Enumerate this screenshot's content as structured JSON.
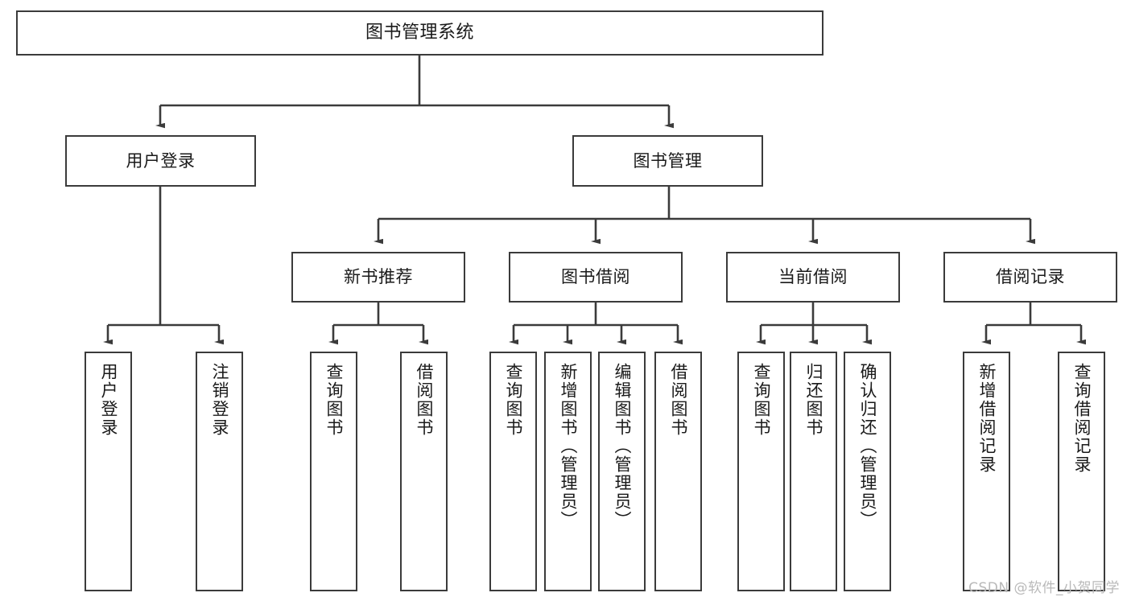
{
  "diagram": {
    "title": "图书管理系统",
    "type": "tree",
    "watermark": "CSDN @软件_小贺同学",
    "colors": {
      "border": "#3b3b3b",
      "text": "#1a1a1a",
      "background": "#ffffff",
      "edge": "#3b3b3b",
      "watermark": "#b9b9b9"
    },
    "nodes": {
      "root": {
        "label": "图书管理系统"
      },
      "level1": [
        {
          "label": "用户登录"
        },
        {
          "label": "图书管理"
        }
      ],
      "level2": [
        {
          "label": "新书推荐"
        },
        {
          "label": "图书借阅"
        },
        {
          "label": "当前借阅"
        },
        {
          "label": "借阅记录"
        }
      ],
      "leaves_user_login": [
        {
          "label": "用户登录"
        },
        {
          "label": "注销登录"
        }
      ],
      "leaves_new_book": [
        {
          "label": "查询图书"
        },
        {
          "label": "借阅图书"
        }
      ],
      "leaves_borrow": [
        {
          "label": "查询图书"
        },
        {
          "label": "新增图书（管理员）"
        },
        {
          "label": "编辑图书（管理员）"
        },
        {
          "label": "借阅图书"
        }
      ],
      "leaves_current": [
        {
          "label": "查询图书"
        },
        {
          "label": "归还图书"
        },
        {
          "label": "确认归还（管理员）"
        }
      ],
      "leaves_record": [
        {
          "label": "新增借阅记录"
        },
        {
          "label": "查询借阅记录"
        }
      ]
    }
  }
}
